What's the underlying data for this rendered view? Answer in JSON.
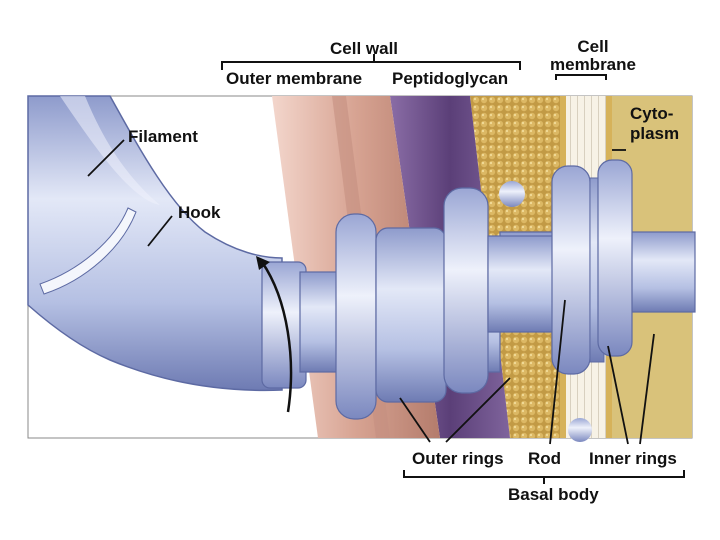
{
  "labels": {
    "cell_wall": "Cell wall",
    "outer_membrane": "Outer membrane",
    "peptidoglycan": "Peptidoglycan",
    "cell_membrane": "Cell\nmembrane",
    "cytoplasm": "Cyto-\nplasm",
    "filament": "Filament",
    "hook": "Hook",
    "outer_rings": "Outer rings",
    "rod": "Rod",
    "inner_rings": "Inner rings",
    "basal_body": "Basal body"
  },
  "colors": {
    "outer_membrane": "#d9a99a",
    "peptidoglycan": "#6a4d86",
    "membrane_beads": "#c9a24a",
    "cytoplasm": "#d8c06e",
    "flagellum": "#b9c4e4",
    "flagellum_shadow": "#7f8cc0"
  }
}
